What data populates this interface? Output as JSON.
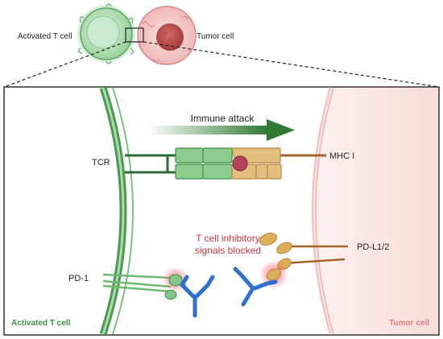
{
  "labels": {
    "activated_t_cell_top": "Activated T cell",
    "tumor_cell_top": "Tumor cell",
    "immune_attack": "Immune attack",
    "tcr": "TCR",
    "mhc": "MHC I",
    "inhibitory_line1": "T cell inhibitory",
    "inhibitory_line2": "signals blocked",
    "pdl": "PD-L1/2",
    "pd1": "PD-1",
    "activated_t_cell_bottom": "Activated T cell",
    "tumor_cell_bottom": "Tumor cell"
  },
  "colors": {
    "t_cell_green": "#3f8f45",
    "tumor_pink": "#e6a6a6",
    "antibody_blue": "#2f6fd0",
    "pdl_brown": "#a4642a",
    "inhibitory_red": "#d6334b",
    "arrow_green": "#2f7a34",
    "pd1_green": "#86c48a",
    "tcr_green": "#2e6a34",
    "mhc_tan": "#e2bf7f"
  },
  "icons": {
    "t_cell": "t-cell-icon",
    "tumor_cell": "tumor-cell-icon",
    "antibody": "antibody-icon"
  }
}
